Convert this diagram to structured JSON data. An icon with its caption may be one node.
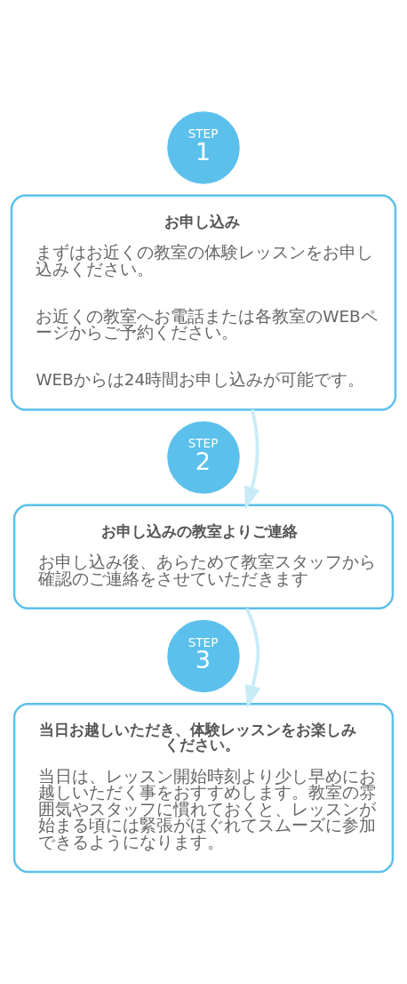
{
  "diagram": {
    "nodes": [
      {
        "text": [
          "STEP",
          "1"
        ]
      },
      {
        "text": [
          "お申し込み",
          "まずはお近くの教室の体験レッスンをお申し込みください。",
          "お近くの教室へお電話または各教室のWEBページからご予約ください。",
          "WEBからは24時間お申し込みが可能です。"
        ]
      },
      {
        "text": [
          "STEP",
          "2"
        ]
      },
      {
        "text": [
          "お申し込みの教室よりご連絡",
          "お申し込み後、あらためて教室スタッフから確認のご連絡をさせていただきます"
        ]
      },
      {
        "text": [
          "STEP",
          "3"
        ]
      },
      {
        "text": [
          "当日お越しいただき、体験レッスンをお楽しみください。",
          "当日は、レッスン開始時刻より少し早めにお越しいただく事をおすすめします。教室の雰囲気やスタッフに慣れておくと、レッスンが始まる頃には緊張がほぐれてスムーズに参加できるようになります。"
        ]
      }
    ],
    "edges": [
      {
        "from": 1,
        "to": 3,
        "arrow": "to"
      },
      {
        "from": 3,
        "to": 5,
        "arrow": "to"
      }
    ]
  }
}
